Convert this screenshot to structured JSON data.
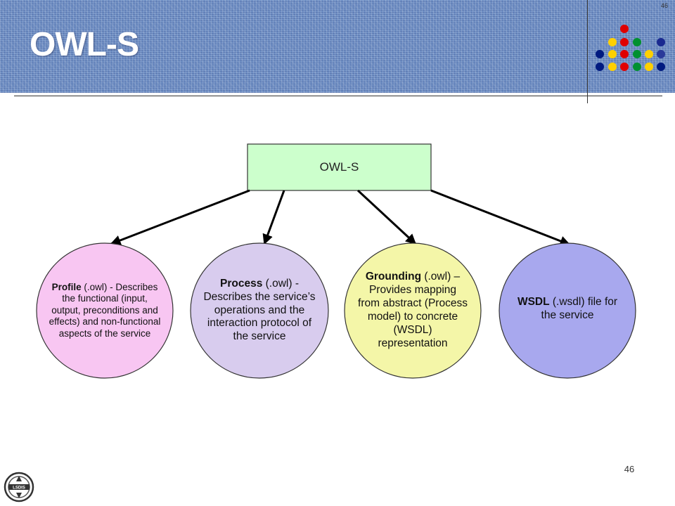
{
  "slide": {
    "title": "OWL-S",
    "page_number": "46",
    "corner_number": "46"
  },
  "diagram": {
    "root": {
      "label": "OWL-S",
      "fill": "#ccffcc"
    },
    "nodes": [
      {
        "bold": "Profile",
        "text": " (.owl) - Describes the functional (input, output, preconditions and effects) and non-functional aspects of the service",
        "fill": "#f8c6f2"
      },
      {
        "bold": "Process",
        "text": " (.owl) - Describes the service’s operations and the interaction protocol of the service",
        "fill": "#d8ccee"
      },
      {
        "bold": "Grounding",
        "text": " (.owl) – Provides mapping from abstract (Process model) to concrete (WSDL) representation",
        "fill": "#f4f6a8"
      },
      {
        "bold": "WSDL",
        "text": " (.wsdl) file for the service",
        "fill": "#a8a8ee"
      }
    ]
  },
  "logo": {
    "text": "LSDIS"
  },
  "colors": {
    "header_blue": "#6f8fc4",
    "dot_red": "#e00000",
    "dot_yellow": "#ffd000",
    "dot_green": "#009030",
    "dot_navy": "#001a80"
  }
}
